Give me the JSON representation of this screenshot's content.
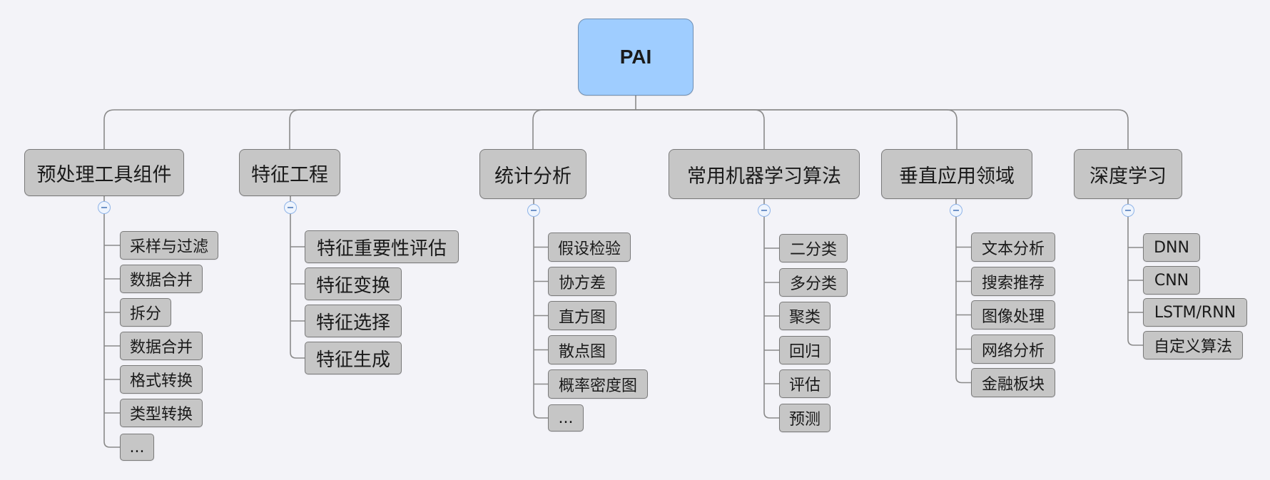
{
  "root": {
    "label": "PAI"
  },
  "branches": [
    {
      "key": "preprocess",
      "label": "预处理工具组件",
      "children": [
        "采样与过滤",
        "数据合并",
        "拆分",
        "数据合并",
        "格式转换",
        "类型转换",
        "..."
      ]
    },
    {
      "key": "feature",
      "label": "特征工程",
      "children": [
        "特征重要性评估",
        "特征变换",
        "特征选择",
        "特征生成"
      ]
    },
    {
      "key": "stats",
      "label": "统计分析",
      "children": [
        "假设检验",
        "协方差",
        "直方图",
        "散点图",
        "概率密度图",
        "..."
      ]
    },
    {
      "key": "ml",
      "label": "常用机器学习算法",
      "children": [
        "二分类",
        "多分类",
        "聚类",
        "回归",
        "评估",
        "预测"
      ]
    },
    {
      "key": "vertical",
      "label": "垂直应用领域",
      "children": [
        "文本分析",
        "搜索推荐",
        "图像处理",
        "网络分析",
        "金融板块"
      ]
    },
    {
      "key": "deep",
      "label": "深度学习",
      "children": [
        "DNN",
        "CNN",
        "LSTM/RNN",
        "自定义算法"
      ]
    }
  ],
  "colors": {
    "background": "#f3f3f8",
    "root_fill": "#9fcdff",
    "node_fill": "#c6c6c6",
    "node_border": "#7a7a7a",
    "connector": "#8a8a8a",
    "collapse_toggle": "#8fb4e8"
  }
}
